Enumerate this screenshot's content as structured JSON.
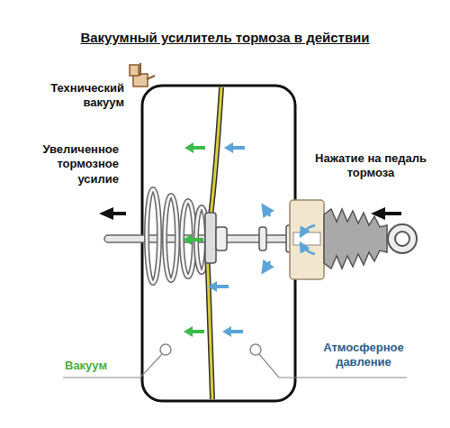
{
  "diagram": {
    "title": "Вакуумный усилитель тормоза в действии",
    "labels": [
      "Технический вакуум",
      "Увеличенное тормозное усилие",
      "Нажатие на педаль тормоза",
      "Вакуум",
      "Атмосферное давление"
    ]
  }
}
